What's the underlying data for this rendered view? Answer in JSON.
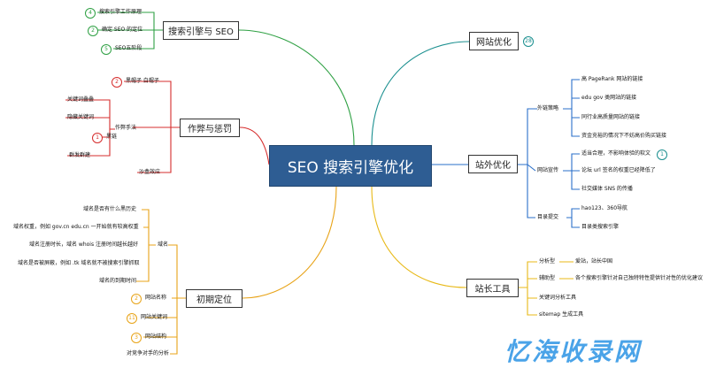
{
  "root": {
    "label": "SEO 搜索引擎优化"
  },
  "colors": {
    "root": "#2e5d93",
    "green": "#2ea043",
    "red": "#d62c2c",
    "orange": "#e8a317",
    "teal": "#1a8f8f",
    "blue": "#2a6fc9",
    "watermark": "#4aa3e8"
  },
  "topics": {
    "seo_engine": {
      "label": "搜索引擎与 SEO"
    },
    "cheat": {
      "label": "作弊与惩罚"
    },
    "early": {
      "label": "初期定位"
    },
    "site_opt": {
      "label": "网站优化",
      "badge": "28"
    },
    "offsite": {
      "label": "站外优化"
    },
    "tools": {
      "label": "站长工具"
    }
  },
  "seo_engine_items": [
    {
      "text": "搜索引擎工作原理",
      "badge": "4"
    },
    {
      "text": "确定 SEO 的定位",
      "badge": "2"
    },
    {
      "text": "SEO五阶段",
      "badge": "5"
    }
  ],
  "cheat_items": {
    "black_white": {
      "text": "黑帽子 白帽子",
      "badge": "2"
    },
    "method": {
      "text": "作弊手法"
    },
    "method_children": [
      "关键词叠叠",
      "隐藏关键词",
      "黑链",
      "群发群建"
    ],
    "black_link_badge": "1",
    "sandbox": {
      "text": "沙盒效应"
    }
  },
  "early_items": {
    "domain": {
      "text": "域名"
    },
    "domain_children": [
      "域名是否有什么黑历史",
      "域名权重，例如 gov.cn edu.cn 一开始就有较高权重",
      "域名注册时长，域名 whois 注册时间越长越好",
      "域名是否被屏蔽，例如 .tk 域名就不被搜索引擎抓取",
      "域名的到期时间"
    ],
    "site_name": {
      "text": "网站名称",
      "badge": "2"
    },
    "site_keywords": {
      "text": "网站关键词",
      "badge": "11"
    },
    "site_structure": {
      "text": "网站结构",
      "badge": "3"
    },
    "competitor": {
      "text": "对竞争对手的分析"
    }
  },
  "offsite_items": {
    "external": {
      "text": "外链策略"
    },
    "external_children": [
      "高 PageRank 网站的链接",
      "edu gov 类网站的链接",
      "同行业高质量网站的链接",
      "资金充裕的情况下不妨高价购买链接"
    ],
    "promotion": {
      "text": "网站宣传"
    },
    "promotion_children": [
      "适当合理，不影响体验的软文",
      "论坛 url 签名的权重已经降低了",
      "社交媒体 SNS 的传播"
    ],
    "promotion_badge": "1",
    "directory": {
      "text": "目录提交"
    },
    "directory_children": [
      "hao123、360导航",
      "目录类搜索引擎"
    ]
  },
  "tool_items": [
    {
      "label": "分析型",
      "value": "爱站，站长中国"
    },
    {
      "label": "辅助型",
      "value": "各个搜索引擎针对自己独特特性提供针对性的优化建议"
    },
    {
      "label": "关键词分析工具",
      "value": ""
    },
    {
      "label": "sitemap 生成工具",
      "value": ""
    }
  ],
  "watermark": {
    "text": "忆海收录网"
  }
}
